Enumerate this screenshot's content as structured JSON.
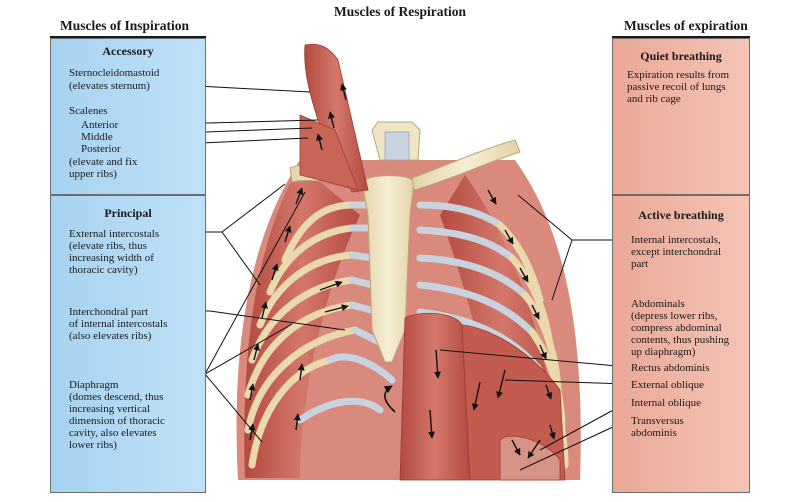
{
  "title": "Muscles of Respiration",
  "inspiration": {
    "heading": "Muscles of Inspiration",
    "accessory": {
      "heading": "Accessory",
      "scm_name": "Sternocleidomastoid",
      "scm_action": "(elevates sternum)",
      "scalenes": "Scalenes",
      "anterior": "Anterior",
      "middle": "Middle",
      "posterior": "Posterior",
      "scalene_action_1": "(elevate and fix",
      "scalene_action_2": "upper ribs)"
    },
    "principal": {
      "heading": "Principal",
      "ext_1": "External intercostals",
      "ext_2": "(elevate ribs, thus",
      "ext_3": "increasing width of",
      "ext_4": "thoracic cavity)",
      "ic_1": "Interchondral part",
      "ic_2": "of internal intercostals",
      "ic_3": "(also elevates ribs)",
      "dia_1": "Diaphragm",
      "dia_2": "(domes descend, thus",
      "dia_3": "increasing vertical",
      "dia_4": "dimension of thoracic",
      "dia_5": "cavity, also elevates",
      "dia_6": "lower ribs)"
    }
  },
  "expiration": {
    "heading": "Muscles of expiration",
    "quiet": {
      "heading": "Quiet breathing",
      "line_1": "Expiration results from",
      "line_2": "passive recoil of lungs",
      "line_3": "and rib cage"
    },
    "active": {
      "heading": "Active breathing",
      "int_1": "Internal intercostals,",
      "int_2": "except interchondral",
      "int_3": "part",
      "abd_1": "Abdominals",
      "abd_2": "(depress lower ribs,",
      "abd_3": "compress abdominal",
      "abd_4": "contents, thus pushing",
      "abd_5": "up diaphragm)",
      "rectus": "Rectus abdominis",
      "ext_oblique": "External oblique",
      "int_oblique": "Internal oblique",
      "transversus_1": "Transversus",
      "transversus_2": "abdominis"
    }
  },
  "colors": {
    "inspiration_panel": "#b3dbf5",
    "expiration_panel": "#efb6a6",
    "muscle": "#c65a4d",
    "bone": "#efe4c3",
    "cartilage": "#c9d3df"
  }
}
